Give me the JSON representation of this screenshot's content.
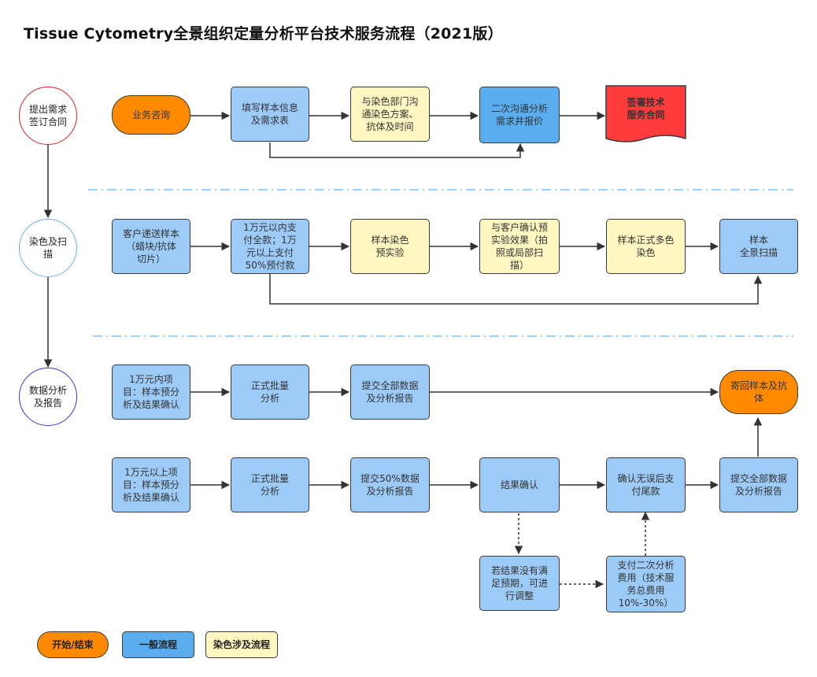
{
  "title": "Tissue Cytometry全景组织定量分析平台技术服务流程（2021版）",
  "phases": {
    "p1": "提出需求\n签订合同",
    "p2": "染色及扫\n描",
    "p3": "数据分析\n及报告"
  },
  "row1": {
    "n1": "业务咨询",
    "n2": "填写样本信息\n及需求表",
    "n3": "与染色部门沟\n通染色方案、\n抗体及时间",
    "n4": "二次沟通分析\n需求并报价",
    "n5": "签署技术\n服务合同"
  },
  "row2": {
    "n1": "客户递送样本\n（蜡块/抗体\n切片）",
    "n2": "1万元以内支\n付全款；1万\n元以上支付\n50%预付款",
    "n3": "样本染色\n预实验",
    "n4": "与客户确认预\n实验效果（拍\n照或局部扫\n描）",
    "n5": "样本正式多色\n染色",
    "n6": "样本\n全景扫描"
  },
  "row3": {
    "n1": "1万元内项\n目：样本预分\n析及结果确认",
    "n2": "正式批量\n分析",
    "n3": "提交全部数据\n及分析报告",
    "n4": "寄回样本及抗\n体"
  },
  "row4": {
    "n1": "1万元以上项\n目：样本预分\n析及结果确认",
    "n2": "正式批量\n分析",
    "n3": "提交50%数据\n及分析报告",
    "n4": "结果确认",
    "n5": "确认无误后支\n付尾款",
    "n6": "提交全部数据\n及分析报告"
  },
  "row5": {
    "n1": "若结果没有满\n足预期，可进\n行调整",
    "n2": "支付二次分析\n费用（技术服\n务总费用\n10%-30%）"
  },
  "legend": {
    "start_end": "开始/结束",
    "general": "一般流程",
    "staining": "染色涉及流程"
  },
  "colors": {
    "orange": "#ff8a00",
    "blue": "#9dcbf7",
    "blue_dark": "#5aaef0",
    "yellow": "#fff7c2",
    "red": "#ff3b3b"
  }
}
